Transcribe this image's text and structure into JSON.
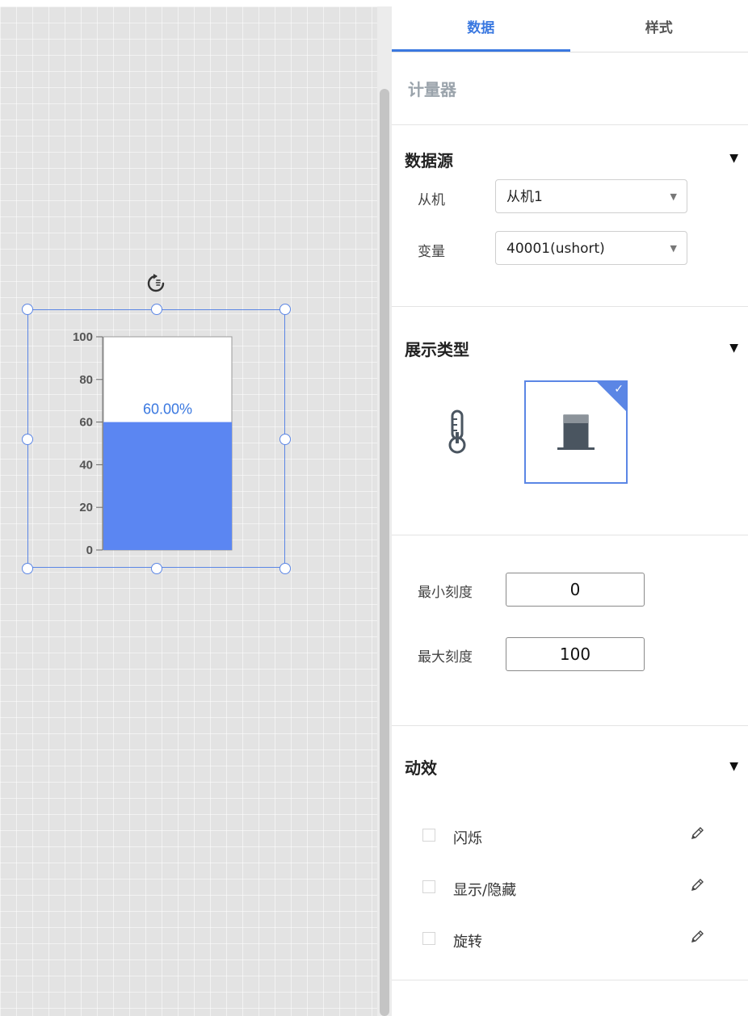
{
  "canvas": {
    "gauge": {
      "value_label": "60.00%",
      "value": 60,
      "min": 0,
      "max": 100,
      "ticks": [
        "100",
        "80",
        "60",
        "40",
        "20",
        "0"
      ],
      "fill_color": "#5b86f2"
    }
  },
  "panel": {
    "tabs": [
      {
        "label": "数据",
        "active": true
      },
      {
        "label": "样式",
        "active": false
      }
    ],
    "component_name": "计量器",
    "data_source": {
      "title": "数据源",
      "slave_label": "从机",
      "slave_value": "从机1",
      "variable_label": "变量",
      "variable_value": "40001(ushort)"
    },
    "display_type": {
      "title": "展示类型",
      "options": [
        {
          "icon": "thermometer-icon",
          "selected": false
        },
        {
          "icon": "bar-gauge-icon",
          "selected": true
        }
      ]
    },
    "scale": {
      "min_label": "最小刻度",
      "min_value": "0",
      "max_label": "最大刻度",
      "max_value": "100"
    },
    "animation": {
      "title": "动效",
      "items": [
        {
          "label": "闪烁",
          "checked": false
        },
        {
          "label": "显示/隐藏",
          "checked": false
        },
        {
          "label": "旋转",
          "checked": false
        }
      ]
    }
  },
  "colors": {
    "accent": "#3a78e0",
    "selection": "#5b86e5"
  }
}
